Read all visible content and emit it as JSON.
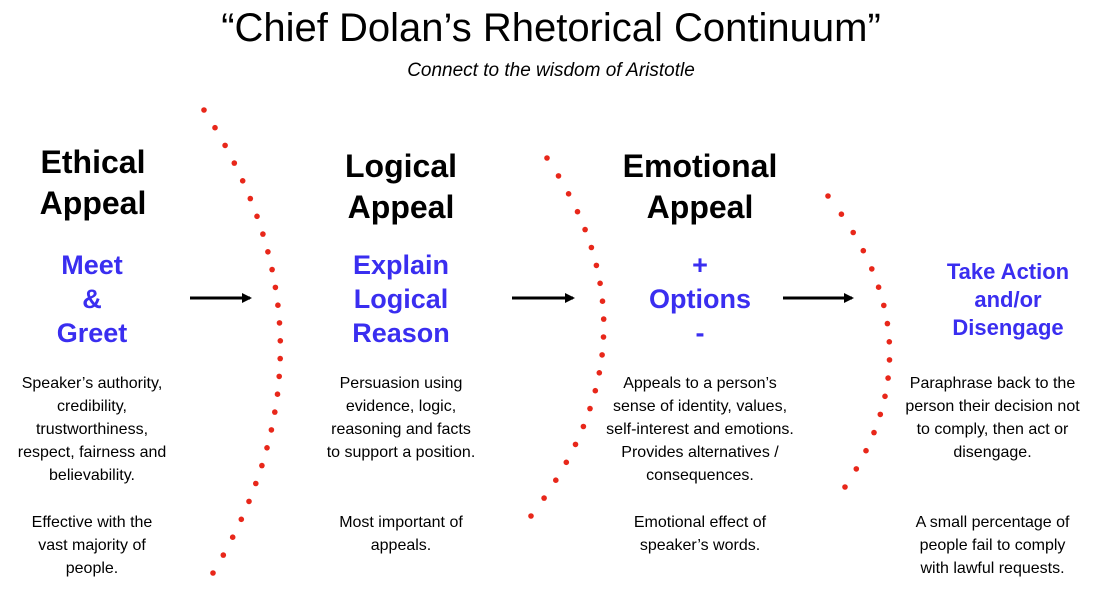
{
  "title": "“Chief Dolan’s Rhetorical Continuum”",
  "subtitle": "Connect to the wisdom of Aristotle",
  "colors": {
    "accent": "#3a2ef0",
    "dots": "#e8271a",
    "text": "#000000"
  },
  "stages": [
    {
      "heading": [
        "Ethical",
        "Appeal"
      ],
      "action": [
        "Meet",
        "&",
        "Greet"
      ],
      "description": [
        "Speaker’s authority,",
        "credibility,",
        "trustworthiness,",
        "respect, fairness and",
        "believability."
      ],
      "note": [
        "Effective with the",
        "vast majority of",
        "people."
      ]
    },
    {
      "heading": [
        "Logical",
        "Appeal"
      ],
      "action": [
        "Explain",
        "Logical",
        "Reason"
      ],
      "description": [
        "Persuasion using",
        "evidence, logic,",
        "reasoning and facts",
        "to support a position."
      ],
      "note": [
        "Most important of",
        "appeals."
      ]
    },
    {
      "heading": [
        "Emotional",
        "Appeal"
      ],
      "action": [
        "+",
        "Options",
        "-"
      ],
      "description": [
        "Appeals to a person’s",
        "sense of identity, values,",
        "self-interest and emotions.",
        "Provides alternatives /",
        "consequences."
      ],
      "note": [
        "Emotional effect of",
        "speaker’s words."
      ]
    },
    {
      "heading": [],
      "action": [
        "Take Action",
        "and/or",
        "Disengage"
      ],
      "description": [
        "Paraphrase back to the",
        "person their decision not",
        "to comply, then act or",
        "disengage."
      ],
      "note": [
        "A small percentage of",
        "people fail to comply",
        "with lawful requests."
      ]
    }
  ]
}
